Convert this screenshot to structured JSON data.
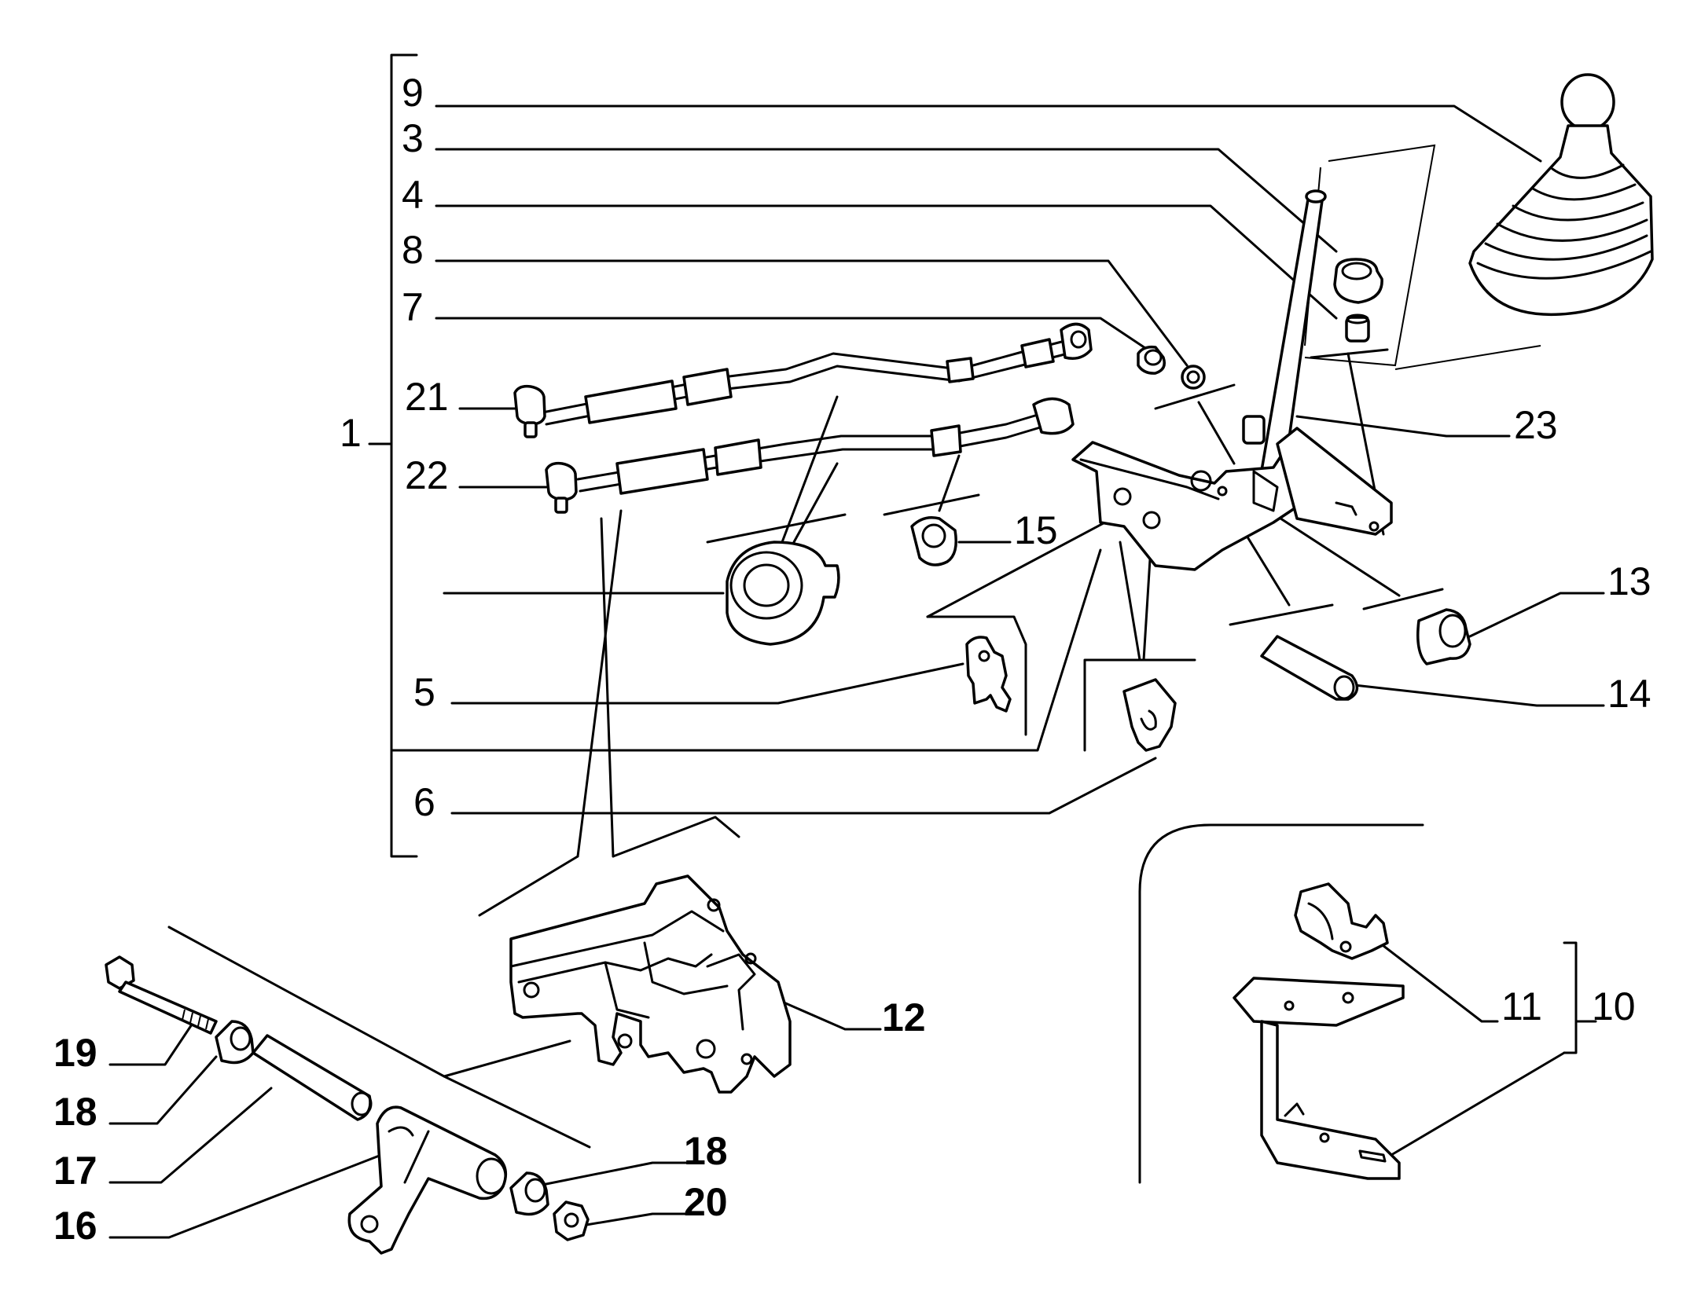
{
  "labels": {
    "l1": "1",
    "l3": "3",
    "l4": "4",
    "l5": "5",
    "l6": "6",
    "l7": "7",
    "l8": "8",
    "l9": "9",
    "l10": "10",
    "l11": "11",
    "l12": "12",
    "l13": "13",
    "l14": "14",
    "l15": "15",
    "l16": "16",
    "l17": "17",
    "l18a": "18",
    "l18b": "18",
    "l19": "19",
    "l20": "20",
    "l21": "21",
    "l22": "22",
    "l23": "23"
  }
}
